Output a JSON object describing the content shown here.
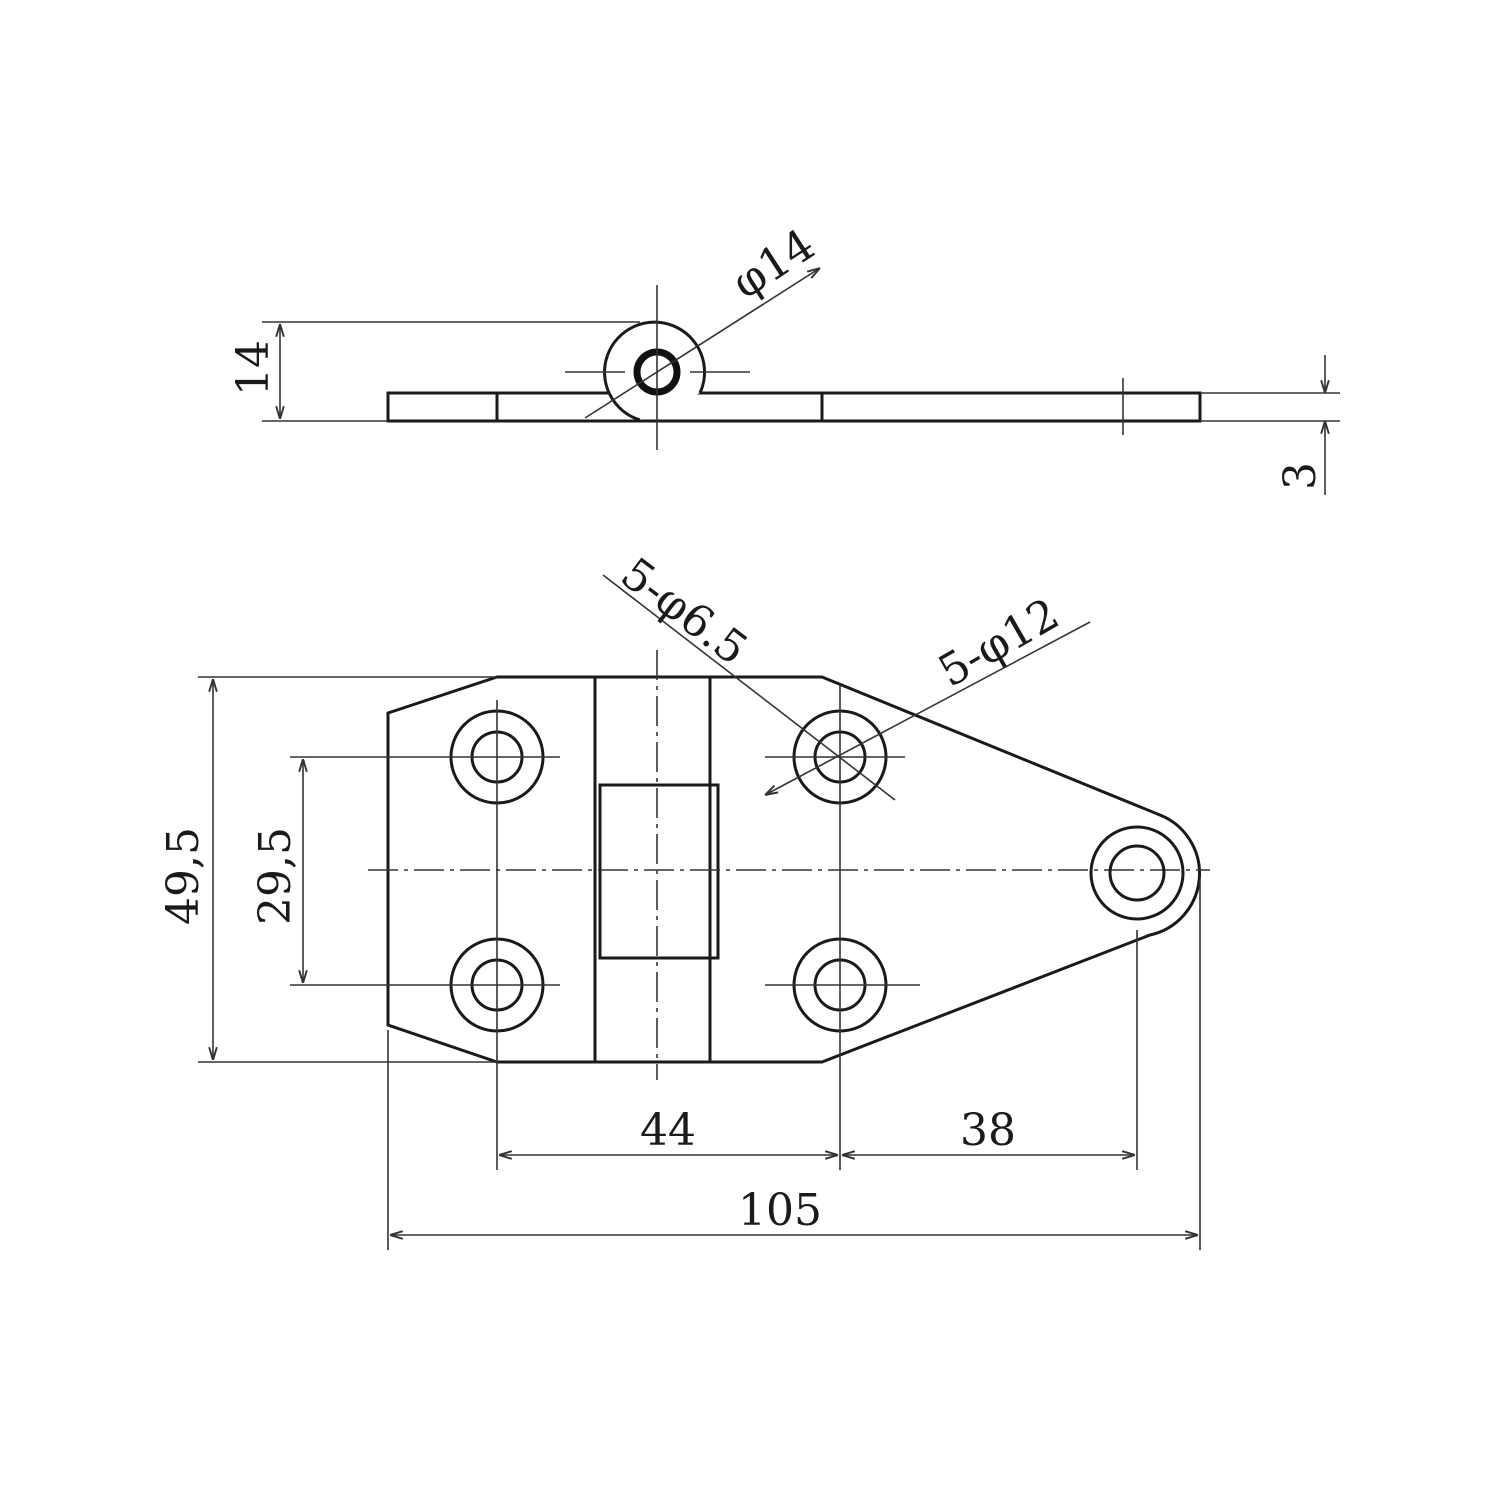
{
  "drawing": {
    "top_view": {
      "height_dim": "14",
      "thickness_dim": "3",
      "knuckle_dia": "φ14"
    },
    "front_view": {
      "overall_height": "49,5",
      "hole_spacing_vertical": "29,5",
      "hole_spacing_horizontal": "44",
      "tip_offset": "38",
      "overall_length": "105",
      "hole_callout": "5-φ6.5",
      "counterbore_callout": "5-φ12"
    }
  }
}
